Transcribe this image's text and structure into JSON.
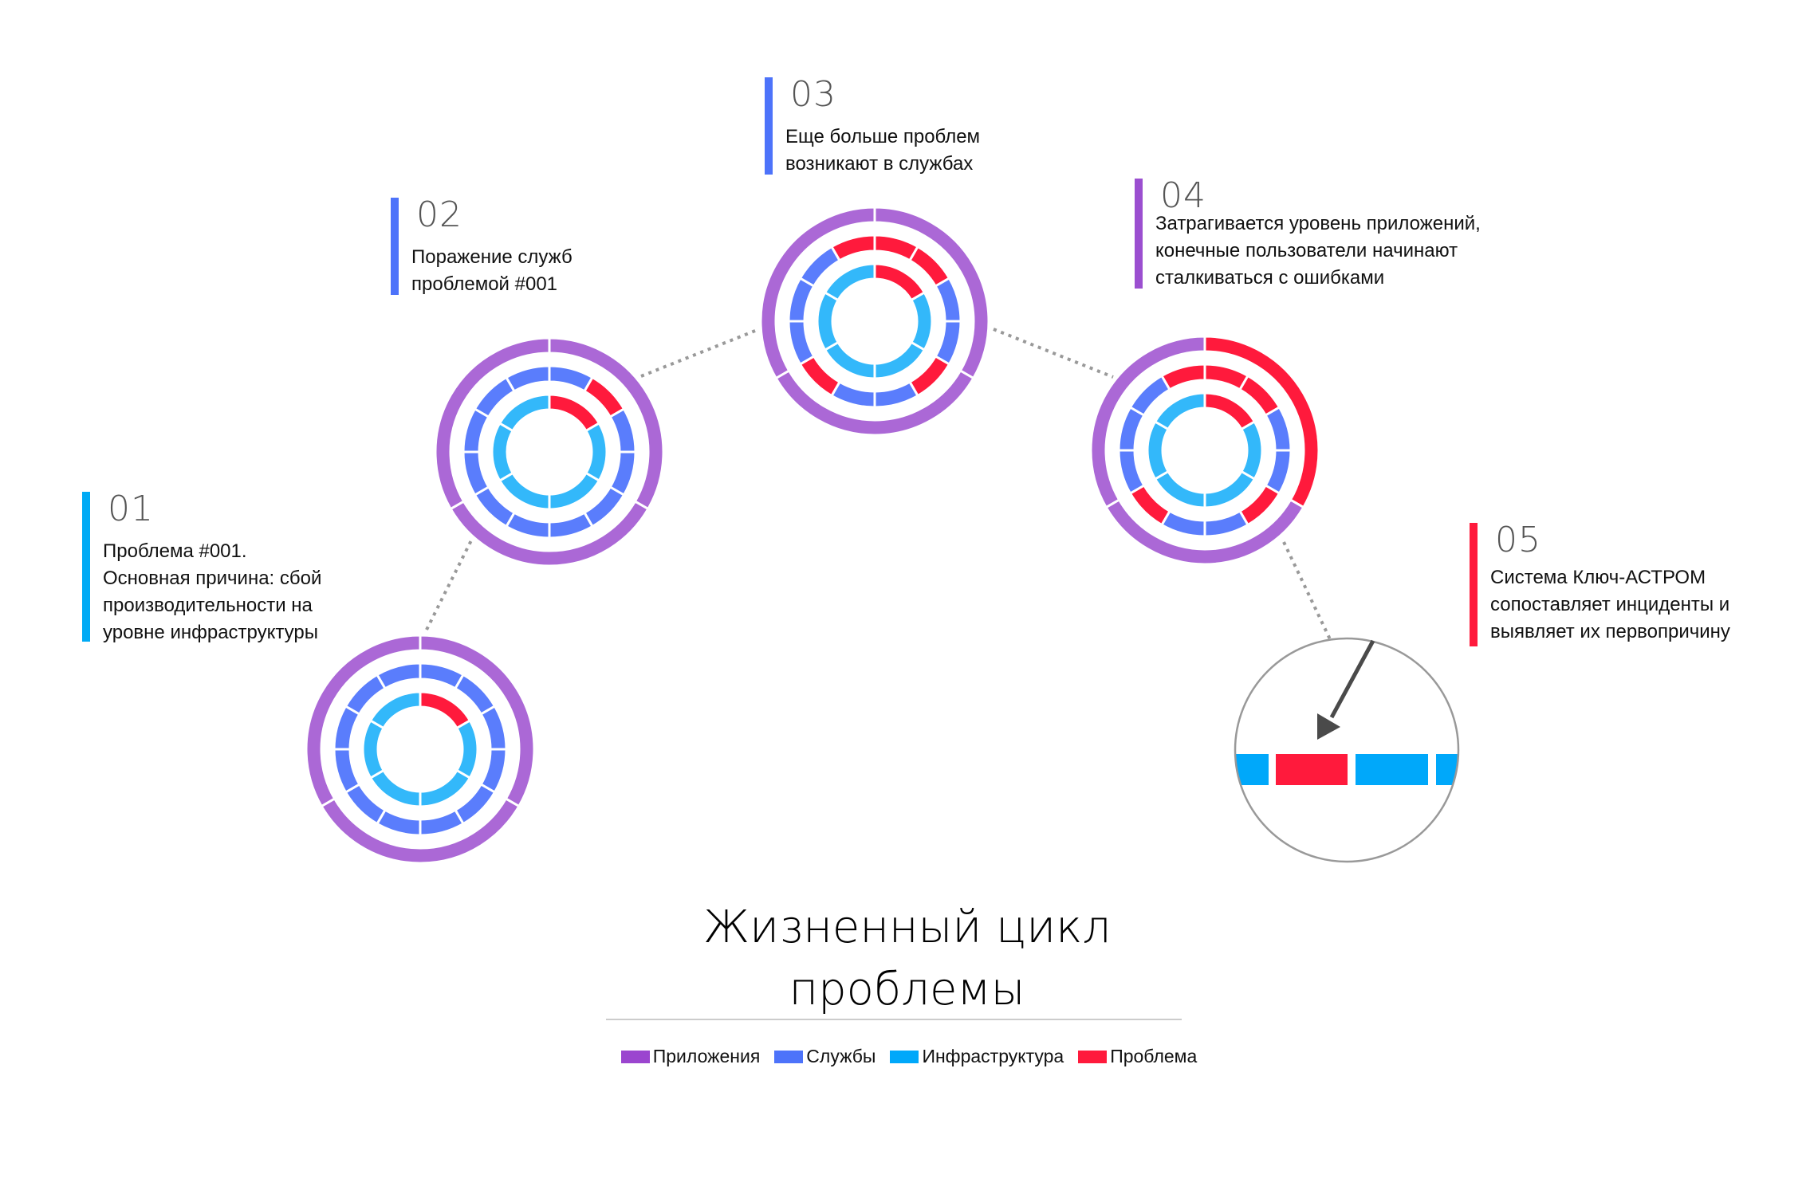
{
  "title": "Жизненный цикл\nпроблемы",
  "colors": {
    "applications": "#ab68d6",
    "services": "#5a7dfc",
    "infrastructure": "#33b8fa",
    "problem": "#ff1a3c",
    "connector": "#999999",
    "magnifier_border": "#999999",
    "arrow": "#4a4a4a",
    "infra_bar": "#00a8fa"
  },
  "steps": [
    {
      "number": "01",
      "description": "Проблема #001.\nОсновная причина: сбой\nпроизводительности на\nуровне инфраструктуры",
      "bar_color": "#00aaf5"
    },
    {
      "number": "02",
      "description": "Поражение служб\nпроблемой #001",
      "bar_color": "#4d73fa"
    },
    {
      "number": "03",
      "description": "Еще больше проблем\nвозникают в службах",
      "bar_color": "#4d73fa"
    },
    {
      "number": "04",
      "description": "Затрагивается уровень приложений,\nконечные пользователи начинают\nсталкиваться с ошибками",
      "bar_color": "#9b4fd0"
    },
    {
      "number": "05",
      "description": "Система Ключ-АСТРОМ\nсопоставляет инциденты и\nвыявляет их первопричину",
      "bar_color": "#ff1a3c"
    }
  ],
  "legend": [
    {
      "label": "Приложения",
      "color": "#9b45cf"
    },
    {
      "label": "Службы",
      "color": "#4d73fa"
    },
    {
      "label": "Инфраструктура",
      "color": "#00a8fa"
    },
    {
      "label": "Проблема",
      "color": "#ff1a3c"
    }
  ],
  "chart_data": {
    "type": "diagram",
    "title": "Жизненный цикл проблемы",
    "rings": [
      "Приложения (3 segments)",
      "Службы (12 segments)",
      "Инфраструктура (6 segments)"
    ],
    "stages": [
      {
        "step": "01",
        "problem_segments": {
          "applications": [],
          "services": [],
          "infrastructure": [
            0
          ]
        }
      },
      {
        "step": "02",
        "problem_segments": {
          "applications": [],
          "services": [
            1
          ],
          "infrastructure": [
            0
          ]
        }
      },
      {
        "step": "03",
        "problem_segments": {
          "applications": [],
          "services": [
            0,
            1,
            4,
            7,
            11
          ],
          "infrastructure": [
            0
          ]
        }
      },
      {
        "step": "04",
        "problem_segments": {
          "applications": [
            0
          ],
          "services": [
            0,
            1,
            4,
            7,
            11
          ],
          "infrastructure": [
            0
          ]
        }
      },
      {
        "step": "05",
        "view": "magnified root cause",
        "bars": [
          "infrastructure",
          "problem",
          "infrastructure",
          "infrastructure"
        ]
      }
    ],
    "legend": [
      "Приложения",
      "Службы",
      "Инфраструктура",
      "Проблема"
    ]
  }
}
